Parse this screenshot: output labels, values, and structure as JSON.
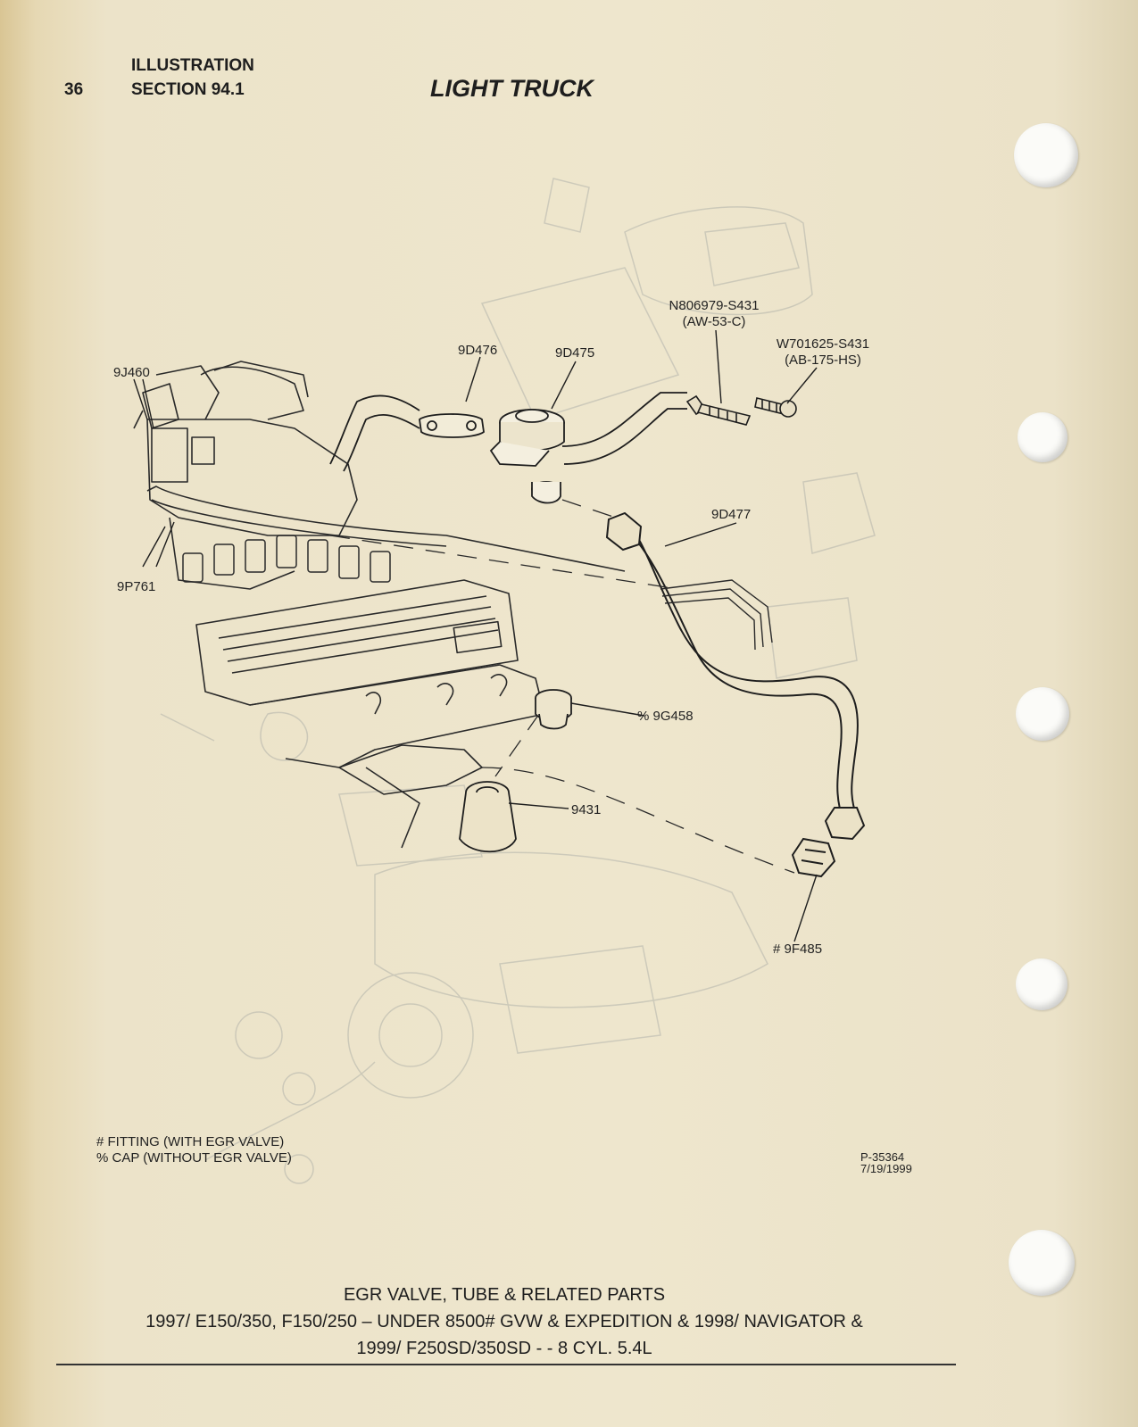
{
  "header": {
    "page_number": "36",
    "category": "ILLUSTRATION",
    "section": "SECTION 94.1",
    "title": "LIGHT TRUCK"
  },
  "callouts": {
    "part_9j460": "9J460",
    "part_9d476": "9D476",
    "part_9d475": "9D475",
    "bolt_part": "N806979-S431",
    "bolt_code": "(AW-53-C)",
    "stud_part": "W701625-S431",
    "stud_code": "(AB-175-HS)",
    "part_9d477": "9D477",
    "part_9p761": "9P761",
    "part_9g458": "% 9G458",
    "part_9431": "9431",
    "part_9f485": "# 9F485"
  },
  "legend": {
    "fitting_note": "# FITTING (WITH EGR VALVE)",
    "cap_note": "% CAP (WITHOUT EGR VALVE)"
  },
  "drawing_ref": {
    "number": "P-35364",
    "date": "7/19/1999"
  },
  "caption": {
    "line1": "EGR VALVE, TUBE & RELATED PARTS",
    "line2": "1997/ E150/350, F150/250 – UNDER 8500# GVW & EXPEDITION & 1998/ NAVIGATOR &",
    "line3": "1999/ F250SD/350SD - - 8 CYL. 5.4L"
  }
}
